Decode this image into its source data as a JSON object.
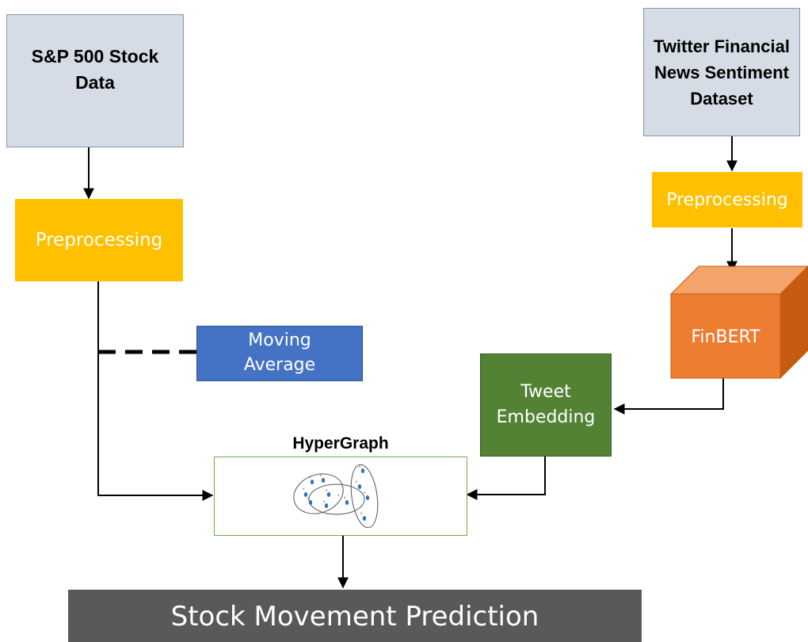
{
  "nodes": {
    "sp500": "S&P 500 Stock Data",
    "preprocessing_left": "Preprocessing",
    "moving_average": "Moving Average",
    "twitter": "Twitter Financial News Sentiment Dataset",
    "preprocessing_right": "Preprocessing",
    "finbert": "FinBERT",
    "tweet_embedding": "Tweet Embedding",
    "hypergraph": "HyperGraph",
    "prediction": "Stock Movement Prediction"
  },
  "colors": {
    "source_fill": "#d6dce5",
    "preprocessing_fill": "#ffc000",
    "moving_average_fill": "#4472c4",
    "finbert_front": "#ed7d31",
    "tweet_embedding_fill": "#548235",
    "hypergraph_border": "#70ad47",
    "prediction_fill": "#595959"
  }
}
